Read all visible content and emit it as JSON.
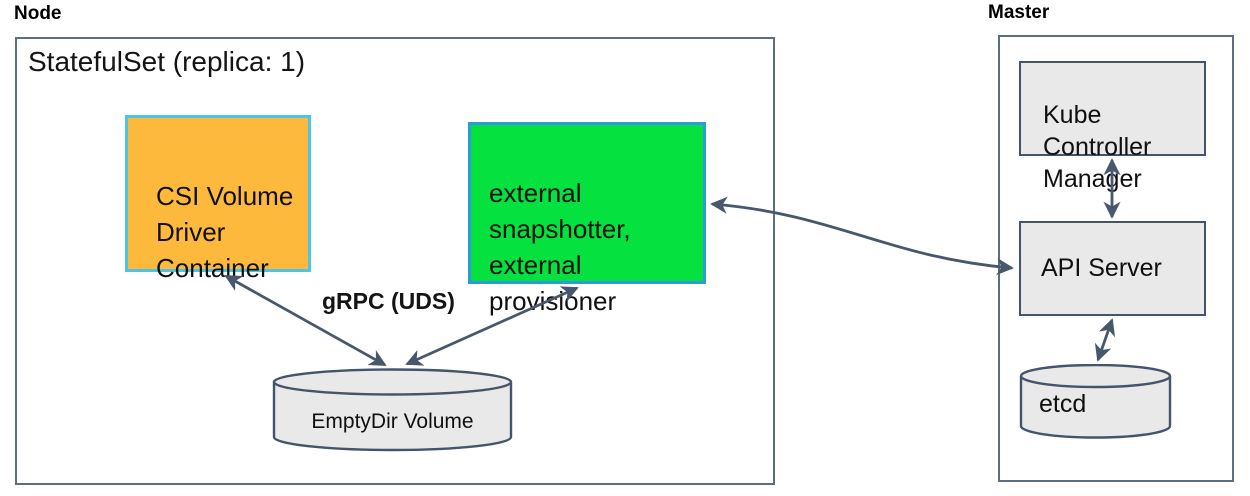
{
  "node": {
    "label": "Node",
    "statefulset_title": "StatefulSet (replica: 1)",
    "csi_box_label": "CSI Volume\nDriver\nContainer",
    "sidecar_box_label": "external\nsnapshotter,\nexternal\nprovisioner",
    "grpc_label": "gRPC (UDS)",
    "emptydir_label": "EmptyDir Volume"
  },
  "master": {
    "label": "Master",
    "kcm_label": "Kube\nController\nManager",
    "api_server_label": "API Server",
    "etcd_label": "etcd"
  },
  "colors": {
    "csi_box_fill": "#FDB93B",
    "csi_box_border": "#4EC3E9",
    "sidecar_box_fill": "#05E13F",
    "sidecar_box_border": "#2B9BD9",
    "gray_box_fill": "#E9E9E9",
    "shape_outline": "#44546A",
    "arrow_color": "#47586D",
    "group_box_border": "#5E6E7E"
  }
}
